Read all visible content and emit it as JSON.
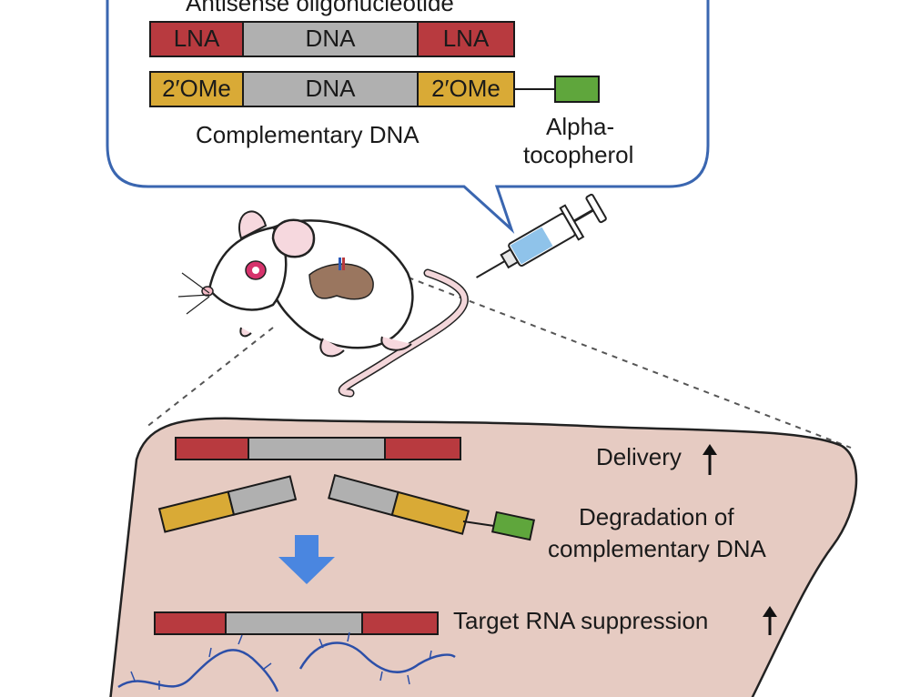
{
  "bubble": {
    "title": "Antisense oligonucleotide",
    "strand1": {
      "left": "LNA",
      "center": "DNA",
      "right": "LNA"
    },
    "strand2": {
      "left": "2′OMe",
      "center": "DNA",
      "right": "2′OMe"
    },
    "complementary_label": "Complementary DNA",
    "ligand_label_line1": "Alpha-",
    "ligand_label_line2": "tocopherol"
  },
  "liver": {
    "delivery": "Delivery",
    "degradation_line1": "Degradation of",
    "degradation_line2": "complementary DNA",
    "suppression": "Target RNA suppression"
  },
  "colors": {
    "lna": "#b83a3f",
    "dna": "#b0b0b0",
    "ome": "#d9aa36",
    "tocopherol": "#5fa63c",
    "liver_fill": "#e6cbc2",
    "bubble_stroke": "#3a66b0",
    "arrow": "#4a86e0",
    "rna": "#2c4fa8"
  }
}
